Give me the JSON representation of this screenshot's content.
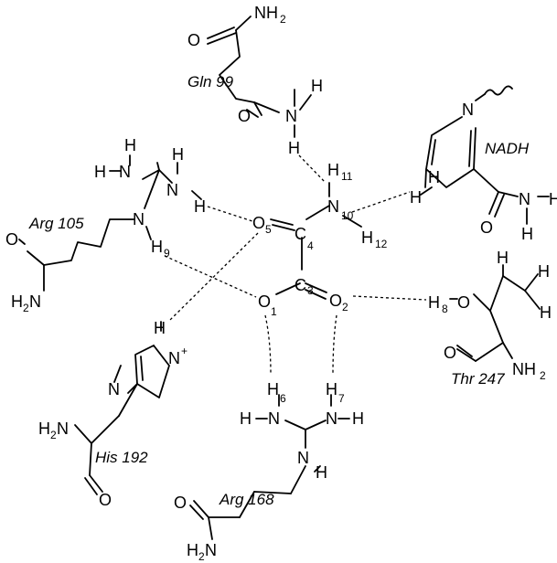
{
  "residues": {
    "gln": "Gln 99",
    "arg105": "Arg 105",
    "nadh": "NADH",
    "his": "His 192",
    "thr": "Thr 247",
    "arg168": "Arg 168"
  },
  "atoms": {
    "O": "O",
    "N": "N",
    "H": "H",
    "C": "C",
    "NH2": "NH",
    "H2N": "H",
    "two": "2",
    "plus": "+"
  },
  "labels": {
    "O5": "5",
    "O1": "1",
    "O2": "2",
    "C4": "4",
    "C3": "3",
    "N10": "10",
    "H11": "11",
    "H12": "12",
    "H9": "9",
    "H6": "6",
    "H7": "7",
    "H8": "8"
  }
}
